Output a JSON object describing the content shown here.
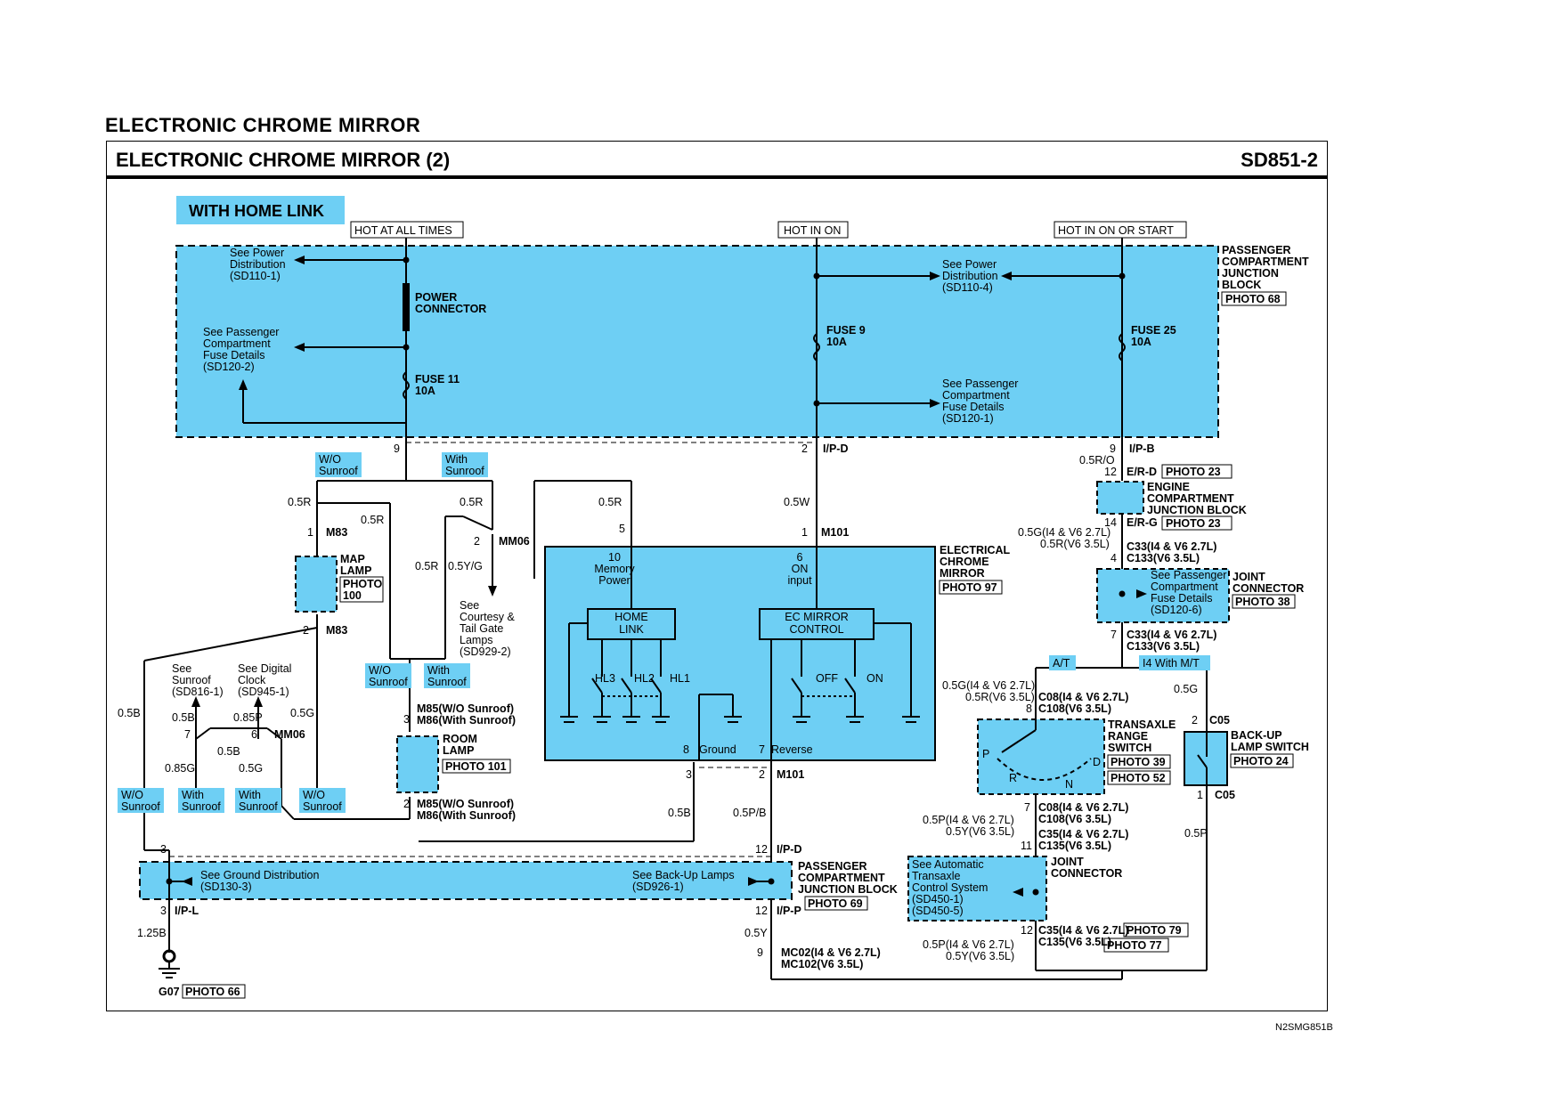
{
  "page": {
    "title": "ELECTRONIC CHROME MIRROR",
    "diagram_title": "ELECTRONIC CHROME MIRROR (2)",
    "diagram_code": "SD851-2",
    "footer_code": "N2SMG851B"
  },
  "colors": {
    "component_fill": "#6ecff4",
    "line": "#000000"
  },
  "labels": {
    "with_home_link": "WITH HOME LINK",
    "hot_at_all_times": "HOT AT ALL TIMES",
    "hot_in_on": "HOT IN ON",
    "hot_in_on_or_start": "HOT IN ON OR START",
    "pcjb": [
      "PASSENGER",
      "COMPARTMENT",
      "JUNCTION",
      "BLOCK"
    ],
    "photo68": "PHOTO 68",
    "see_power_dist_1": [
      "See Power",
      "Distribution",
      "(SD110-1)"
    ],
    "see_pcfd_1": [
      "See Passenger",
      "Compartment",
      "Fuse Details",
      "(SD120-2)"
    ],
    "power_connector": [
      "POWER",
      "CONNECTOR"
    ],
    "fuse11": [
      "FUSE 11",
      "10A"
    ],
    "fuse9": [
      "FUSE 9",
      "10A"
    ],
    "fuse25": [
      "FUSE 25",
      "10A"
    ],
    "see_power_dist_4": [
      "See Power",
      "Distribution",
      "(SD110-4)"
    ],
    "see_pcfd_2": [
      "See Passenger",
      "Compartment",
      "Fuse Details",
      "(SD120-1)"
    ],
    "pin9": "9",
    "pin2": "2",
    "ipd": "I/P-D",
    "pin9b": "9",
    "ipb": "I/P-B",
    "wo_sunroof": [
      "W/O",
      "Sunroof"
    ],
    "with_sunroof": [
      "With",
      "Sunroof"
    ],
    "w05r": "0.5R",
    "w05ro": "0.5R/O",
    "w05w": "0.5W",
    "w05ry": "0.5Y/G",
    "m83": "M83",
    "mm06": "MM06",
    "m101": "M101",
    "map_lamp": [
      "MAP",
      "LAMP"
    ],
    "photo100": [
      "PHOTO",
      "100"
    ],
    "see_courtesy": [
      "See",
      "Courtesy &",
      "Tail Gate",
      "Lamps",
      "(SD929-2)"
    ],
    "ecm_title": [
      "ELECTRICAL",
      "CHROME",
      "MIRROR"
    ],
    "photo97": "PHOTO 97",
    "memory_power": [
      "10",
      "Memory",
      "Power"
    ],
    "on_input": [
      "6",
      "ON",
      "input"
    ],
    "home_link": [
      "HOME",
      "LINK"
    ],
    "ec_mirror_control": [
      "EC MIRROR",
      "CONTROL"
    ],
    "hl3": "HL3",
    "hl2": "HL2",
    "hl1": "HL1",
    "off": "OFF",
    "on": "ON",
    "ground_pin": "Ground",
    "reverse_pin": "Reverse",
    "er_d": "E/R-D",
    "photo23": "PHOTO 23",
    "er_g": "E/R-G",
    "ecjb": [
      "ENGINE",
      "COMPARTMENT",
      "JUNCTION BLOCK"
    ],
    "w05g_i4": "0.5G(I4 & V6 2.7L)",
    "w05r_v6": "0.5R(V6 3.5L)",
    "c33": "C33(I4 & V6 2.7L)",
    "c133": "C133(V6 3.5L)",
    "see_pcfd_3": [
      "See Passenger",
      "Compartment",
      "Fuse Details",
      "(SD120-6)"
    ],
    "joint_connector": [
      "JOINT",
      "CONNECTOR"
    ],
    "photo38": "PHOTO 38",
    "at": "A/T",
    "i4_mt": "I4 With M/T",
    "c08": "C08(I4 & V6 2.7L)",
    "c108": "C108(V6 3.5L)",
    "transaxle": [
      "TRANSAXLE",
      "RANGE",
      "SWITCH"
    ],
    "photo39": "PHOTO 39",
    "photo52": "PHOTO 52",
    "backup_switch": [
      "BACK-UP",
      "LAMP SWITCH"
    ],
    "photo24": "PHOTO 24",
    "c05": "C05",
    "w05g": "0.5G",
    "w05p": "0.5P",
    "see_sunroof": [
      "See",
      "Sunroof",
      "(SD816-1)"
    ],
    "see_digital": [
      "See Digital",
      "Clock",
      "(SD945-1)"
    ],
    "w05b": "0.5B",
    "w085p": "0.85P",
    "w085g": "0.85G",
    "m85_wo": "M85(W/O Sunroof)",
    "m86_with": "M86(With Sunroof)",
    "room_lamp": [
      "ROOM",
      "LAMP"
    ],
    "photo101": "PHOTO 101",
    "w05pb": "0.5P/B",
    "w05p_i4": "0.5P(I4 & V6 2.7L)",
    "w05y_v6": "0.5Y(V6 3.5L)",
    "c35": "C35(I4 & V6 2.7L)",
    "c135": "C135(V6 3.5L)",
    "see_ground": [
      "See Ground Distribution",
      "(SD130-3)"
    ],
    "see_backup": [
      "See Back-Up Lamps",
      "(SD926-1)"
    ],
    "pcjb2": [
      "PASSENGER",
      "COMPARTMENT",
      "JUNCTION BLOCK"
    ],
    "photo69": "PHOTO 69",
    "ipl": "I/P-L",
    "ipp": "I/P-P",
    "w125b": "1.25B",
    "g07": "G07",
    "photo66": "PHOTO 66",
    "w05y": "0.5Y",
    "mc02": "MC02(I4 & V6 2.7L)",
    "mc102": "MC102(V6 3.5L)",
    "see_automatic": [
      "See Automatic",
      "Transaxle",
      "Control System",
      "(SD450-1)",
      "(SD450-5)"
    ],
    "photo79": "PHOTO 79",
    "photo77": "PHOTO 77",
    "tr_p": "P",
    "tr_r": "R",
    "tr_n": "N",
    "tr_d": "D",
    "pins": {
      "p1": "1",
      "p2": "2",
      "p3": "3",
      "p4": "4",
      "p5": "5",
      "p6": "6",
      "p7": "7",
      "p8": "8",
      "p9": "9",
      "p11": "11",
      "p12": "12",
      "p14": "14"
    }
  }
}
